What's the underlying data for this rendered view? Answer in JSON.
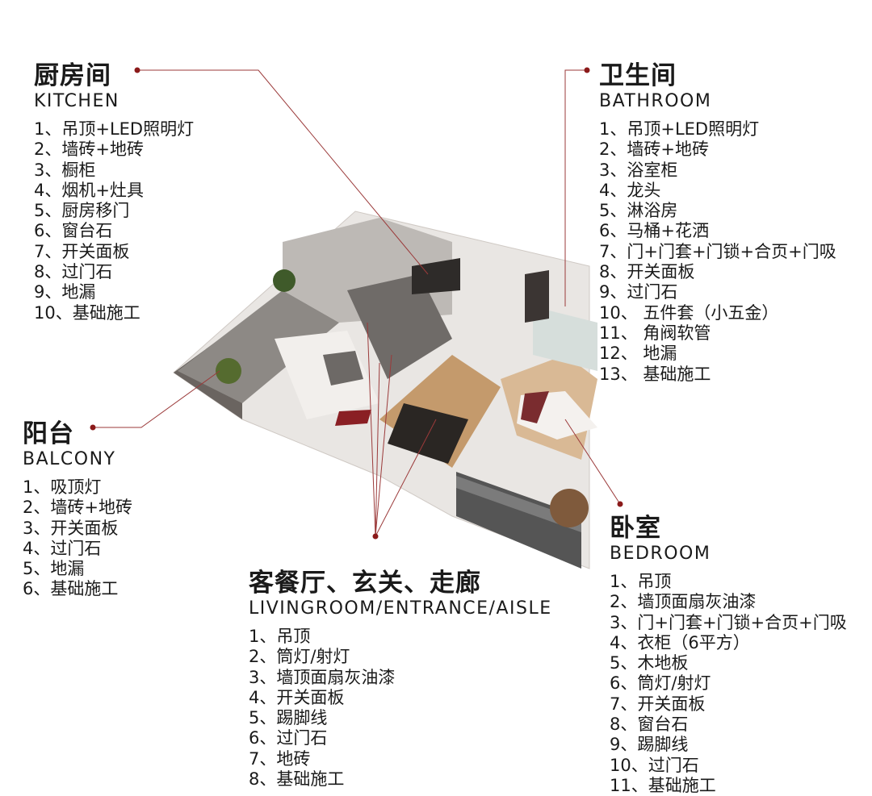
{
  "accent_color": "#8b1a1a",
  "kitchen": {
    "title": "厨房间",
    "en": "KITCHEN",
    "items": [
      "1、吊顶+LED照明灯",
      "2、墙砖+地砖",
      "3、橱柜",
      "4、烟机+灶具",
      "5、厨房移门",
      "6、窗台石",
      "7、开关面板",
      "8、过门石",
      "9、地漏",
      "10、基础施工"
    ]
  },
  "bathroom": {
    "title": "卫生间",
    "en": "BATHROOM",
    "items": [
      "1、吊顶+LED照明灯",
      "2、墙砖+地砖",
      "3、浴室柜",
      "4、龙头",
      "5、淋浴房",
      "6、马桶+花洒",
      "7、门+门套+门锁+合页+门吸",
      "8、开关面板",
      "9、过门石",
      "10、 五件套（小五金）",
      "11、 角阀软管",
      "12、 地漏",
      "13、 基础施工"
    ]
  },
  "balcony": {
    "title": "阳台",
    "en": "BALCONY",
    "items": [
      "1、吸顶灯",
      "2、墙砖+地砖",
      "3、开关面板",
      "4、过门石",
      "5、地漏",
      "6、基础施工"
    ]
  },
  "living": {
    "title": "客餐厅、玄关、走廊",
    "en": "LIVINGROOM/ENTRANCE/AISLE",
    "items": [
      "1、吊顶",
      "2、筒灯/射灯",
      "3、墙顶面扇灰油漆",
      "4、开关面板",
      "5、踢脚线",
      "6、过门石",
      "7、地砖",
      "8、基础施工"
    ]
  },
  "bedroom": {
    "title": "卧室",
    "en": "BEDROOM",
    "items": [
      "1、吊顶",
      "2、墙顶面扇灰油漆",
      "3、门+门套+门锁+合页+门吸",
      "4、衣柜（6平方）",
      "5、木地板",
      "6、筒灯/射灯",
      "7、开关面板",
      "8、窗台石",
      "9、踢脚线",
      "10、过门石",
      "11、基础施工"
    ]
  }
}
